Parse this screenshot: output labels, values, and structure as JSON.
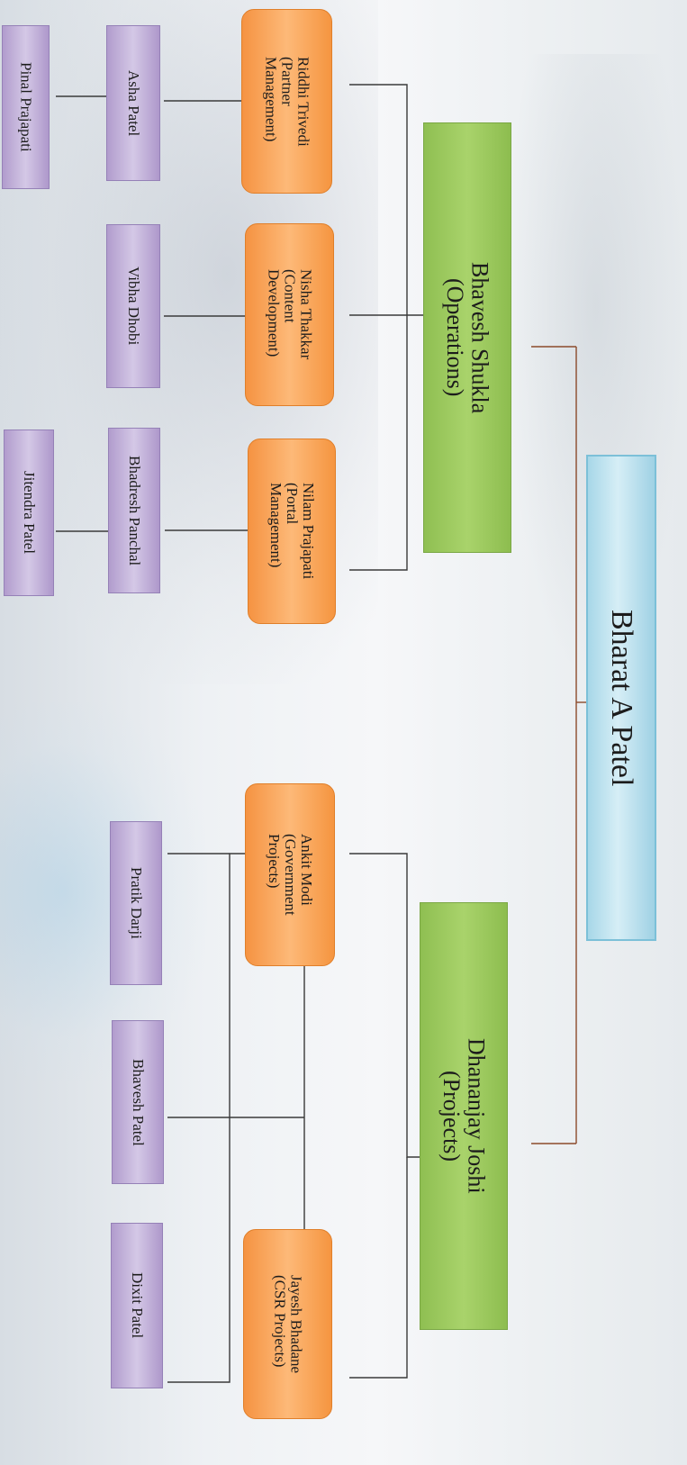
{
  "root": {
    "name": "Bharat A Patel"
  },
  "managers": [
    {
      "id": "bhavesh-shukla",
      "label": "Bhavesh Shukla\n(Operations)"
    },
    {
      "id": "dhananjay-joshi",
      "label": "Dhananjay Joshi\n(Projects)"
    }
  ],
  "leads": [
    {
      "id": "riddhi-trivedi",
      "label": "Riddhi Trivedi\n(Partner\nManagement)"
    },
    {
      "id": "nisha-thakkar",
      "label": "Nisha Thakkar\n(Content\nDevelopment)"
    },
    {
      "id": "nilam-prajapati",
      "label": "Nilam Prajapati\n(Portal\nManagement)"
    },
    {
      "id": "ankit-modi",
      "label": "Ankit Modi\n(Government\nProjects)"
    },
    {
      "id": "jayesh-bhadane",
      "label": "Jayesh  Bhadane\n(CSR Projects)"
    }
  ],
  "staff": [
    {
      "id": "asha-patel",
      "label": "Asha Patel"
    },
    {
      "id": "pinal-prajapati",
      "label": "Pinal Prajapati"
    },
    {
      "id": "vibha-dhobi",
      "label": "Vibha Dhobi"
    },
    {
      "id": "bhadresh-panchal",
      "label": "Bhadresh Panchal"
    },
    {
      "id": "jitendra-patel",
      "label": "Jitendra Patel"
    },
    {
      "id": "pratik-darji",
      "label": "Pratik Darji"
    },
    {
      "id": "bhavesh-patel",
      "label": "Bhavesh Patel"
    },
    {
      "id": "dixit-patel",
      "label": "Dixit Patel"
    }
  ],
  "colors": {
    "root": "#b9e2ef",
    "manager": "#9ccb5e",
    "lead": "#f9a55b",
    "staff": "#c4b5dc",
    "connector": "#3a3a3a",
    "connector_accent": "#8b4a2b"
  }
}
